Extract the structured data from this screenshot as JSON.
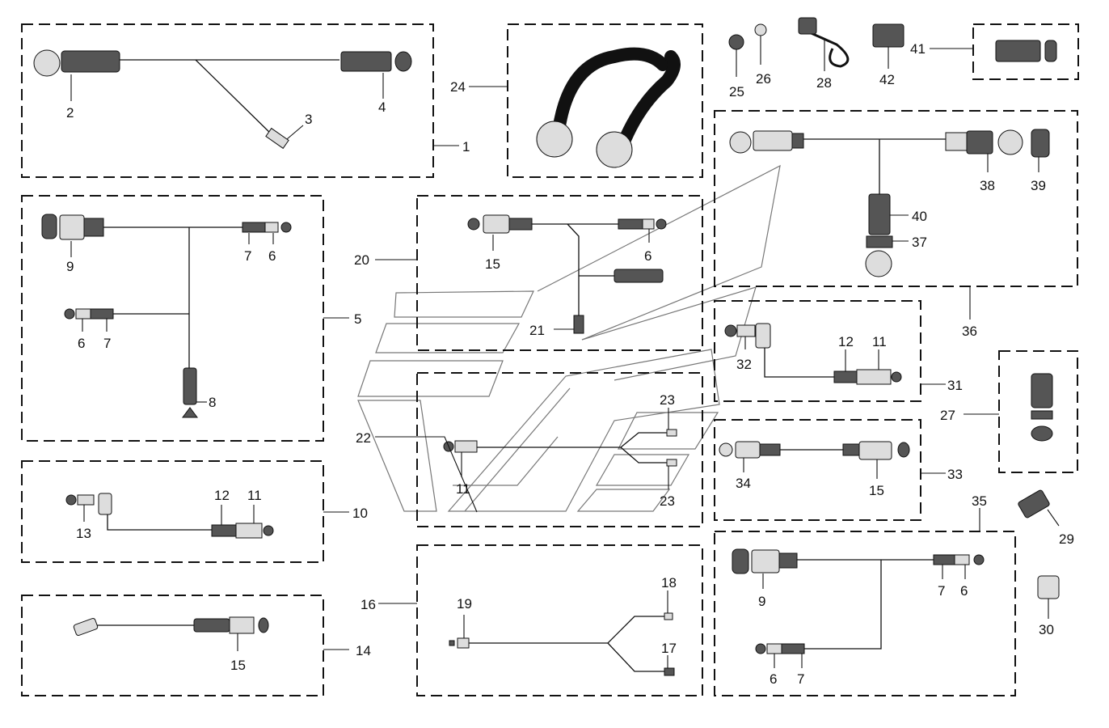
{
  "callouts": [
    {
      "id": "c1",
      "text": "1"
    },
    {
      "id": "c2",
      "text": "2"
    },
    {
      "id": "c3",
      "text": "3"
    },
    {
      "id": "c4",
      "text": "4"
    },
    {
      "id": "c5",
      "text": "5"
    },
    {
      "id": "c6a",
      "text": "6"
    },
    {
      "id": "c6b",
      "text": "6"
    },
    {
      "id": "c6c",
      "text": "6"
    },
    {
      "id": "c6d",
      "text": "6"
    },
    {
      "id": "c6e",
      "text": "6"
    },
    {
      "id": "c7a",
      "text": "7"
    },
    {
      "id": "c7b",
      "text": "7"
    },
    {
      "id": "c7c",
      "text": "7"
    },
    {
      "id": "c7d",
      "text": "7"
    },
    {
      "id": "c8",
      "text": "8"
    },
    {
      "id": "c9a",
      "text": "9"
    },
    {
      "id": "c9b",
      "text": "9"
    },
    {
      "id": "c10",
      "text": "10"
    },
    {
      "id": "c11a",
      "text": "11"
    },
    {
      "id": "c11b",
      "text": "11"
    },
    {
      "id": "c11c",
      "text": "11"
    },
    {
      "id": "c12a",
      "text": "12"
    },
    {
      "id": "c12b",
      "text": "12"
    },
    {
      "id": "c13",
      "text": "13"
    },
    {
      "id": "c14",
      "text": "14"
    },
    {
      "id": "c15a",
      "text": "15"
    },
    {
      "id": "c15b",
      "text": "15"
    },
    {
      "id": "c15c",
      "text": "15"
    },
    {
      "id": "c16",
      "text": "16"
    },
    {
      "id": "c17",
      "text": "17"
    },
    {
      "id": "c18",
      "text": "18"
    },
    {
      "id": "c19",
      "text": "19"
    },
    {
      "id": "c20",
      "text": "20"
    },
    {
      "id": "c21",
      "text": "21"
    },
    {
      "id": "c22",
      "text": "22"
    },
    {
      "id": "c23a",
      "text": "23"
    },
    {
      "id": "c23b",
      "text": "23"
    },
    {
      "id": "c24",
      "text": "24"
    },
    {
      "id": "c25",
      "text": "25"
    },
    {
      "id": "c26",
      "text": "26"
    },
    {
      "id": "c27",
      "text": "27"
    },
    {
      "id": "c28",
      "text": "28"
    },
    {
      "id": "c29",
      "text": "29"
    },
    {
      "id": "c30",
      "text": "30"
    },
    {
      "id": "c31",
      "text": "31"
    },
    {
      "id": "c32",
      "text": "32"
    },
    {
      "id": "c33",
      "text": "33"
    },
    {
      "id": "c34",
      "text": "34"
    },
    {
      "id": "c35",
      "text": "35"
    },
    {
      "id": "c36",
      "text": "36"
    },
    {
      "id": "c37",
      "text": "37"
    },
    {
      "id": "c38",
      "text": "38"
    },
    {
      "id": "c39",
      "text": "39"
    },
    {
      "id": "c40",
      "text": "40"
    },
    {
      "id": "c41",
      "text": "41"
    },
    {
      "id": "c42",
      "text": "42"
    }
  ]
}
